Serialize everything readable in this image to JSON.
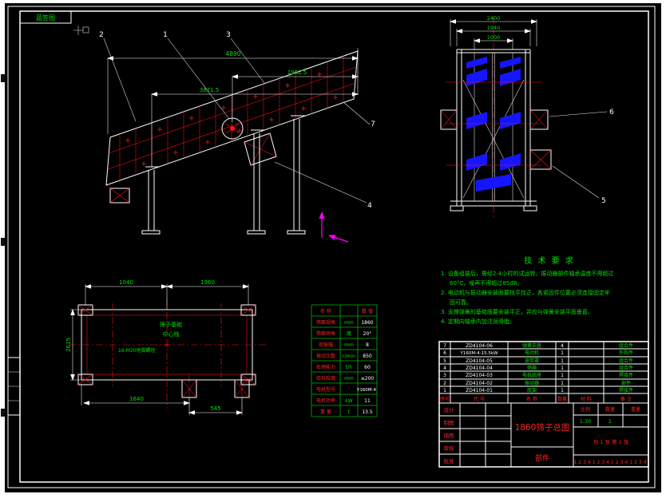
{
  "stamp": {
    "corner_label": "蓝签图"
  },
  "side_view": {
    "dim_total": "4890",
    "dim_a": "3871.5",
    "dim_b": "1962.5",
    "callouts": {
      "c1": "1",
      "c2": "2",
      "c3": "3",
      "c4": "4",
      "c7": "7"
    }
  },
  "end_view": {
    "dim_outer": "2400",
    "dim_mid": "1940",
    "dim_inner": "1000",
    "callouts": {
      "c5": "5",
      "c6": "6"
    }
  },
  "plan_view": {
    "dim_top_left": "1040",
    "dim_top_right": "1960",
    "dim_side": "2615",
    "dim_bottom": "1640",
    "dim_bottom_small": "545",
    "label_line1": "筛子基础",
    "label_line2": "中心线",
    "bolt_label": "16-M20地脚螺栓"
  },
  "tech_notes": {
    "title": "技 术 要 求",
    "lines": [
      "1. 设备组装后，需经2-4小时的试运转，振动器部件轴承温度不得超过",
      "60°C，噪声不得超过85dB。",
      "2. 电动机与振动器安装面要找平找正，各紧固件位置必须连接固定牢",
      "固可靠。",
      "3. 支撑弹簧的基础面要安装平正，并应与弹簧安装平面垂直。",
      "4. 定期向轴承内加注润滑脂。"
    ]
  },
  "param_table": {
    "rows": [
      {
        "label": "名 称",
        "unit": "",
        "value": "数 值"
      },
      {
        "label": "筛面规格",
        "unit": "mm",
        "value": "1860"
      },
      {
        "label": "筛面倾角",
        "unit": "度",
        "value": "20°"
      },
      {
        "label": "双振幅",
        "unit": "mm",
        "value": "8"
      },
      {
        "label": "振动次数",
        "unit": "r/min",
        "value": "850"
      },
      {
        "label": "处理能力",
        "unit": "t/h",
        "value": "60"
      },
      {
        "label": "给料粒度",
        "unit": "mm",
        "value": "≤200"
      },
      {
        "label": "电机型号",
        "unit": "",
        "value": "Y160M-4"
      },
      {
        "label": "电机功率",
        "unit": "kW",
        "value": "11"
      },
      {
        "label": "重 量",
        "unit": "t",
        "value": "13.5"
      }
    ]
  },
  "bom": {
    "headers": [
      "序号",
      "代 号",
      "名 称",
      "数量",
      "材 料",
      "备 注"
    ],
    "rows": [
      {
        "num": "7",
        "code": "ZD4104-06",
        "name": "弹簧支座",
        "qty": "4",
        "note": "组合件"
      },
      {
        "num": "6",
        "code": "Y160M-4-15.5kW",
        "name": "电动机",
        "qty": "1",
        "note": "外购件"
      },
      {
        "num": "5",
        "code": "ZD4104-05",
        "name": "皮带罩",
        "qty": "1",
        "note": "组合件"
      },
      {
        "num": "4",
        "code": "ZD4104-04",
        "name": "筛箱",
        "qty": "1",
        "note": "组合件"
      },
      {
        "num": "3",
        "code": "ZD4104-03",
        "name": "电机底座",
        "qty": "1",
        "note": "焊接件"
      },
      {
        "num": "2",
        "code": "ZD4104-02",
        "name": "振动器",
        "qty": "1",
        "note": "部件"
      },
      {
        "num": "1",
        "code": "ZD4104-01",
        "name": "底架",
        "qty": "1",
        "note": "焊接件"
      }
    ]
  },
  "title_block": {
    "title": "1860筛子总图",
    "doc_type": "部件",
    "sign_rows": [
      "设计",
      "制图",
      "描图",
      "审核",
      "批准"
    ],
    "scale_label": "比例",
    "scale_value": "1:30",
    "qty_label": "数量",
    "qty_value": "1",
    "weight_label": "重量",
    "sheet_info": "共 1 张  第 1 张",
    "page_strip": "1234123412341234"
  }
}
